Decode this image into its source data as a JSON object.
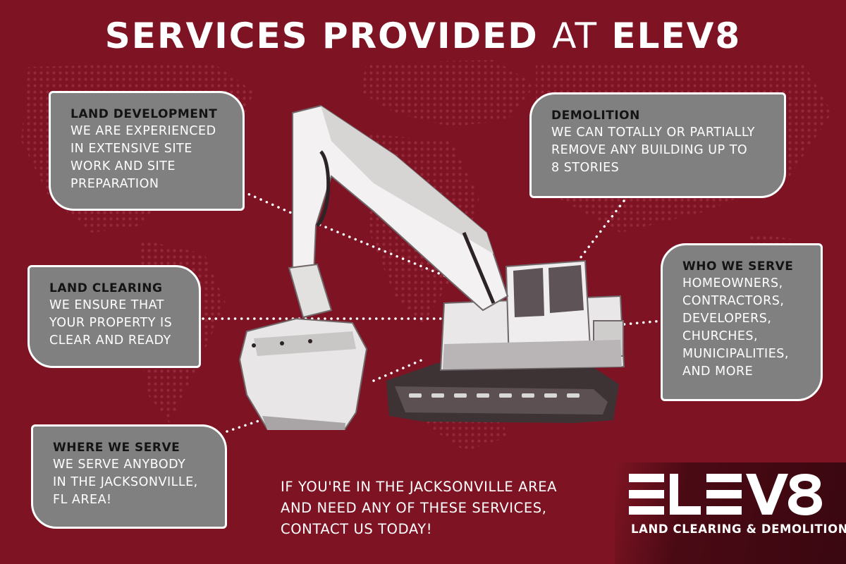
{
  "title": {
    "bold_1": "SERVICES PROVIDED",
    "light": "AT",
    "bold_2": "ELEV8"
  },
  "cards": {
    "land_development": {
      "heading": "LAND DEVELOPMENT",
      "body": "WE ARE EXPERIENCED\nIN EXTENSIVE SITE\nWORK AND SITE\nPREPARATION"
    },
    "land_clearing": {
      "heading": "LAND CLEARING",
      "body": "WE ENSURE THAT\nYOUR PROPERTY IS\nCLEAR AND READY"
    },
    "where_we_serve": {
      "heading": "WHERE WE SERVE",
      "body": "WE SERVE ANYBODY\nIN THE JACKSONVILLE,\nFL AREA!"
    },
    "demolition": {
      "heading": "DEMOLITION",
      "body": "WE CAN TOTALLY OR PARTIALLY\nREMOVE ANY BUILDING UP TO\n8 STORIES"
    },
    "who_we_serve": {
      "heading": "WHO WE SERVE",
      "body": "HOMEOWNERS,\nCONTRACTORS,\nDEVELOPERS,\nCHURCHES,\nMUNICIPALITIES,\nAND MORE"
    }
  },
  "cta": "IF YOU'RE IN THE JACKSONVILLE AREA\nAND NEED ANY OF THESE SERVICES,\nCONTACT US TODAY!",
  "logo": {
    "wordmark": "ELEV8",
    "tagline": "LAND CLEARING & DEMOLITION"
  },
  "colors": {
    "background": "#7e1423",
    "card": "#808080",
    "card_border": "#ffffff",
    "heading": "#141414"
  },
  "icons": [
    "excavator-illustration",
    "world-map-dots-background"
  ]
}
